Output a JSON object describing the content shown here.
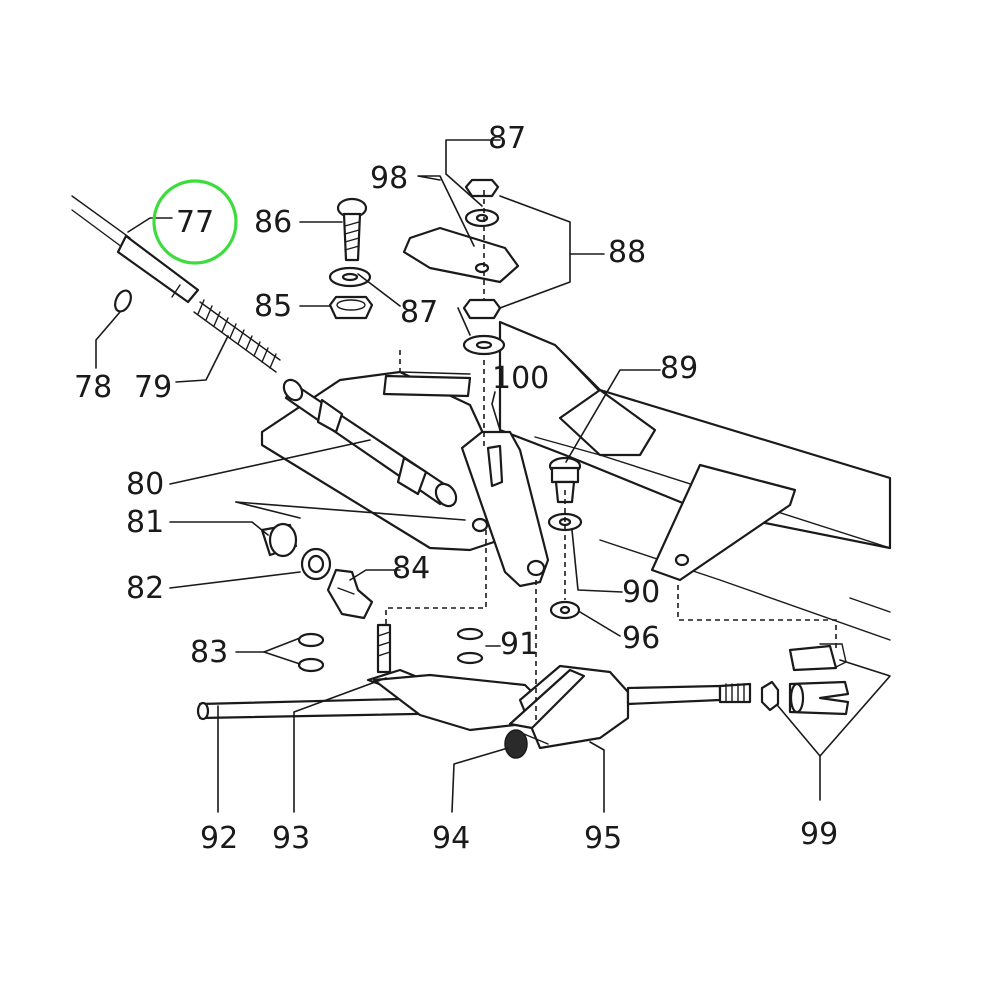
{
  "highlight_color": "#3ddc3d",
  "highlighted_label": "77",
  "callouts": [
    {
      "id": "77",
      "text": "77"
    },
    {
      "id": "78",
      "text": "78"
    },
    {
      "id": "79",
      "text": "79"
    },
    {
      "id": "80",
      "text": "80"
    },
    {
      "id": "81",
      "text": "81"
    },
    {
      "id": "82",
      "text": "82"
    },
    {
      "id": "83",
      "text": "83"
    },
    {
      "id": "84",
      "text": "84"
    },
    {
      "id": "85",
      "text": "85"
    },
    {
      "id": "86",
      "text": "86"
    },
    {
      "id": "87a",
      "text": "87"
    },
    {
      "id": "87b",
      "text": "87"
    },
    {
      "id": "88",
      "text": "88"
    },
    {
      "id": "89",
      "text": "89"
    },
    {
      "id": "90",
      "text": "90"
    },
    {
      "id": "91",
      "text": "91"
    },
    {
      "id": "92",
      "text": "92"
    },
    {
      "id": "93",
      "text": "93"
    },
    {
      "id": "94",
      "text": "94"
    },
    {
      "id": "95",
      "text": "95"
    },
    {
      "id": "96",
      "text": "96"
    },
    {
      "id": "98",
      "text": "98"
    },
    {
      "id": "99",
      "text": "99"
    },
    {
      "id": "100",
      "text": "100"
    }
  ]
}
